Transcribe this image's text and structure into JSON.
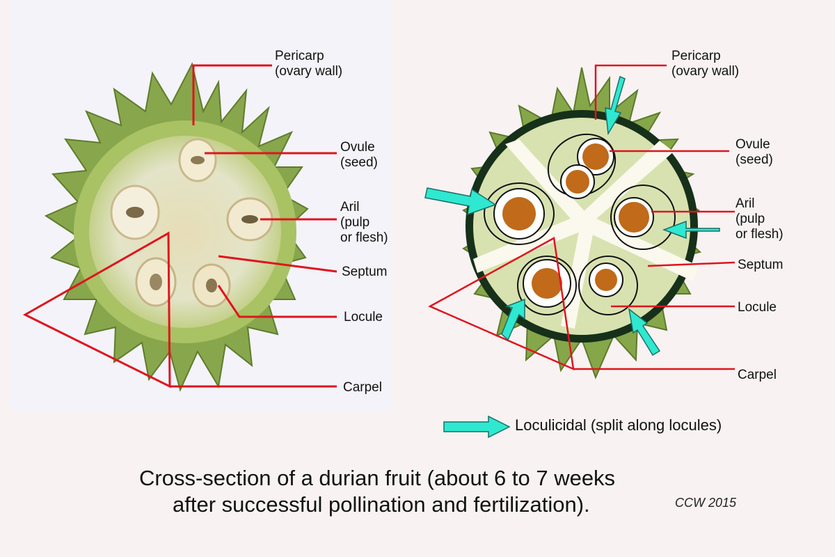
{
  "left_labels": {
    "pericarp": "Pericarp\n(ovary wall)",
    "ovule": "Ovule\n(seed)",
    "aril": "Aril\n(pulp\nor flesh)",
    "septum": "Septum",
    "locule": "Locule",
    "carpel": "Carpel"
  },
  "right_labels": {
    "pericarp": "Pericarp\n(ovary wall)",
    "ovule": "Ovule\n(seed)",
    "aril": "Aril\n(pulp\nor flesh)",
    "septum": "Septum",
    "locule": "Locule",
    "carpel": "Carpel"
  },
  "legend": {
    "text": "Loculicidal (split along locules)"
  },
  "caption": {
    "line1": "Cross-section of a durian fruit (about 6 to 7 weeks",
    "line2": "after successful pollination and fertilization)."
  },
  "credit": "CCW 2015",
  "colors": {
    "label_line": "#e0141e",
    "arrow": "#2fe8d0",
    "seed": "#c06a1a",
    "pericarp_ring": "#16301a",
    "flesh": "#e6e3c2",
    "spikes": "#86a64a"
  }
}
